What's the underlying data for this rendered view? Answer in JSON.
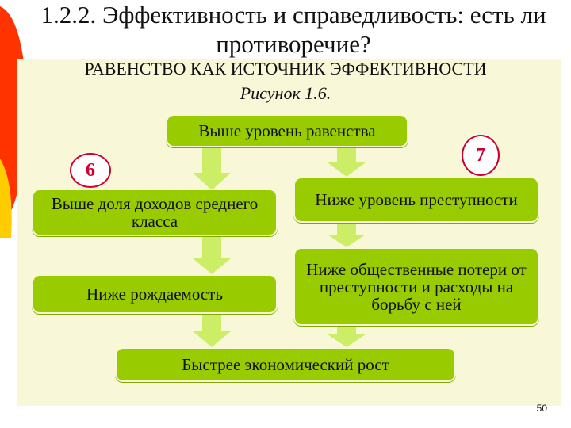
{
  "slide": {
    "title": "1.2.2. Эффективность и справедливость: есть ли противоречие?",
    "subtitle": "РАВЕНСТВО КАК ИСТОЧНИК ЭФФЕКТИВНОСТИ",
    "caption": "Рисунок 1.6.",
    "page_number": "50"
  },
  "diagram": {
    "top_box": "Выше уровень равенства",
    "left_chain": [
      "Выше доля доходов среднего класса",
      "Ниже рождаемость"
    ],
    "right_chain": [
      "Ниже уровень преступности",
      "Ниже общественные потери от преступности и расходы на борьбу с ней"
    ],
    "bottom_box": "Быстрее экономический рост",
    "marker_left": "6",
    "marker_right": "7"
  },
  "colors": {
    "box_fill": "#99cc00",
    "arrow_fill": "#ccee66",
    "marker_border": "#cc0033",
    "panel_background": "#f8f8d8",
    "decoration": "#ff3300"
  }
}
